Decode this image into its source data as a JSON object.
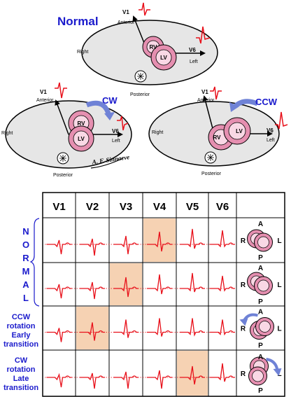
{
  "normal_panel": {
    "title": "Normal",
    "v1": "V1",
    "anterior": "Anterior",
    "right": "Right",
    "v6": "V6",
    "left": "Left",
    "posterior": "Posterior",
    "rv": "RV",
    "lv": "LV"
  },
  "cw_panel": {
    "title": "CW",
    "v1": "V1",
    "anterior": "Anterior",
    "right": "Right",
    "v6": "V6",
    "left": "Left",
    "posterior": "Posterior",
    "rv": "RV",
    "lv": "LV",
    "signature": "A. F. Sinnaeve"
  },
  "ccw_panel": {
    "title": "CCW",
    "v1": "V1",
    "anterior": "Anterior",
    "right": "Right",
    "v6": "V6",
    "left": "Left",
    "posterior": "Posterior",
    "rv": "RV",
    "lv": "LV"
  },
  "table": {
    "headers": [
      "V1",
      "V2",
      "V3",
      "V4",
      "V5",
      "V6"
    ],
    "row_labels": {
      "normal_letters": [
        "N",
        "O",
        "R",
        "M",
        "A",
        "L"
      ],
      "ccw": [
        "CCW",
        "rotation",
        "Early",
        "transition"
      ],
      "cw": [
        "CW",
        "rotation",
        "Late",
        "transition"
      ]
    },
    "heart_labels": {
      "a": "A",
      "p": "P",
      "r": "R",
      "l": "L"
    }
  },
  "colors": {
    "ecg": "#e8101a",
    "rotation_arrow": "#6f82d6",
    "highlight": "#f6d2b3",
    "heart_outer": "#e58fb0",
    "heart_inner": "#f9d8e5",
    "ellipse_fill": "#e6e6e6",
    "label_blue": "#1a1acc"
  }
}
